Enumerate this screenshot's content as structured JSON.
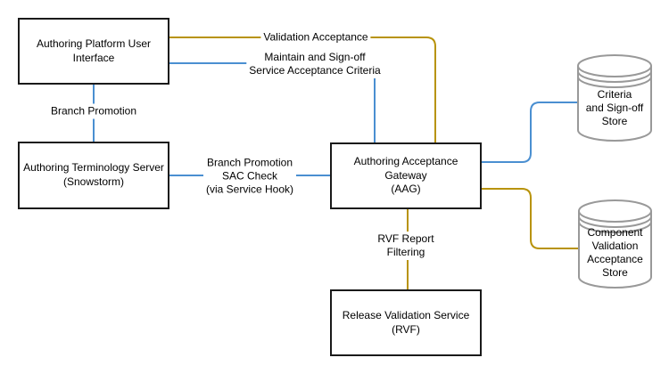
{
  "nodes": {
    "apui": {
      "label": "Authoring Platform User\nInterface"
    },
    "ats": {
      "label": "Authoring Terminology Server\n(Snowstorm)"
    },
    "aag": {
      "label": "Authoring Acceptance\nGateway\n(AAG)"
    },
    "rvf": {
      "label": "Release Validation Service\n(RVF)"
    },
    "criteria_store": {
      "label": "Criteria\nand Sign-off\nStore"
    },
    "component_store": {
      "label": "Component\nValidation\nAcceptance\nStore"
    }
  },
  "labels": {
    "validation_acceptance": "Validation Acceptance",
    "maintain_signoff": "Maintain and Sign-off\nService Acceptance Criteria",
    "branch_promotion": "Branch Promotion",
    "branch_promotion_sac": "Branch Promotion\nSAC Check\n(via Service Hook)",
    "rvf_report_filtering": "RVF Report\nFiltering"
  },
  "colors": {
    "blue": "#4A8FD1",
    "gold": "#B8930B",
    "box_stroke": "#1A1A1A",
    "cylinder_stroke": "#999999"
  }
}
